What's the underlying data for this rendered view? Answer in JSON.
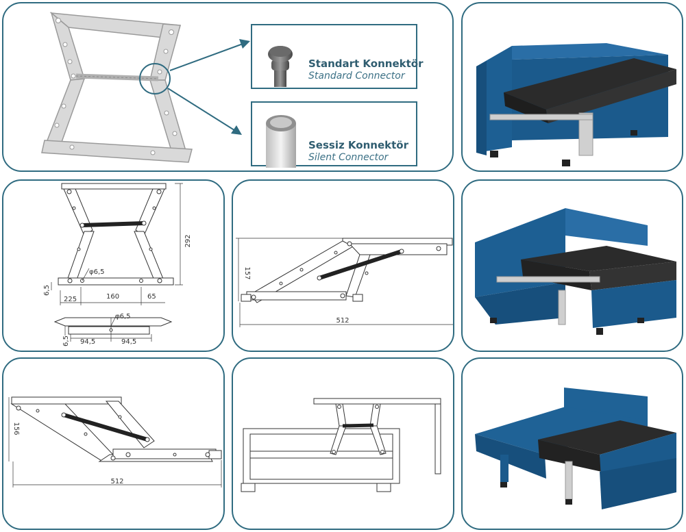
{
  "connectors": {
    "standard": {
      "title": "Standart Konnektör",
      "subtitle": "Standard Connector"
    },
    "silent": {
      "title": "Sessiz Konnektör",
      "subtitle": "Silent Connector"
    }
  },
  "front_view_dims": {
    "height": "292",
    "diameter": "φ6,5",
    "offset_left": "225",
    "hole_spacing": "160",
    "offset_right": "65",
    "foot_height": "6,5"
  },
  "top_view_dims": {
    "diameter": "φ6,5",
    "half_left": "94,5",
    "half_right": "94,5",
    "thickness": "6,5"
  },
  "open_view_dims": {
    "height": "157",
    "width": "512"
  },
  "extended_view_dims": {
    "height": "156",
    "width": "512"
  },
  "colors": {
    "panel_border": "#2f6b80",
    "sofa_blue": "#1b5f94",
    "mattress": "#2c2c2c",
    "frame_gray": "#c9c9c9"
  }
}
